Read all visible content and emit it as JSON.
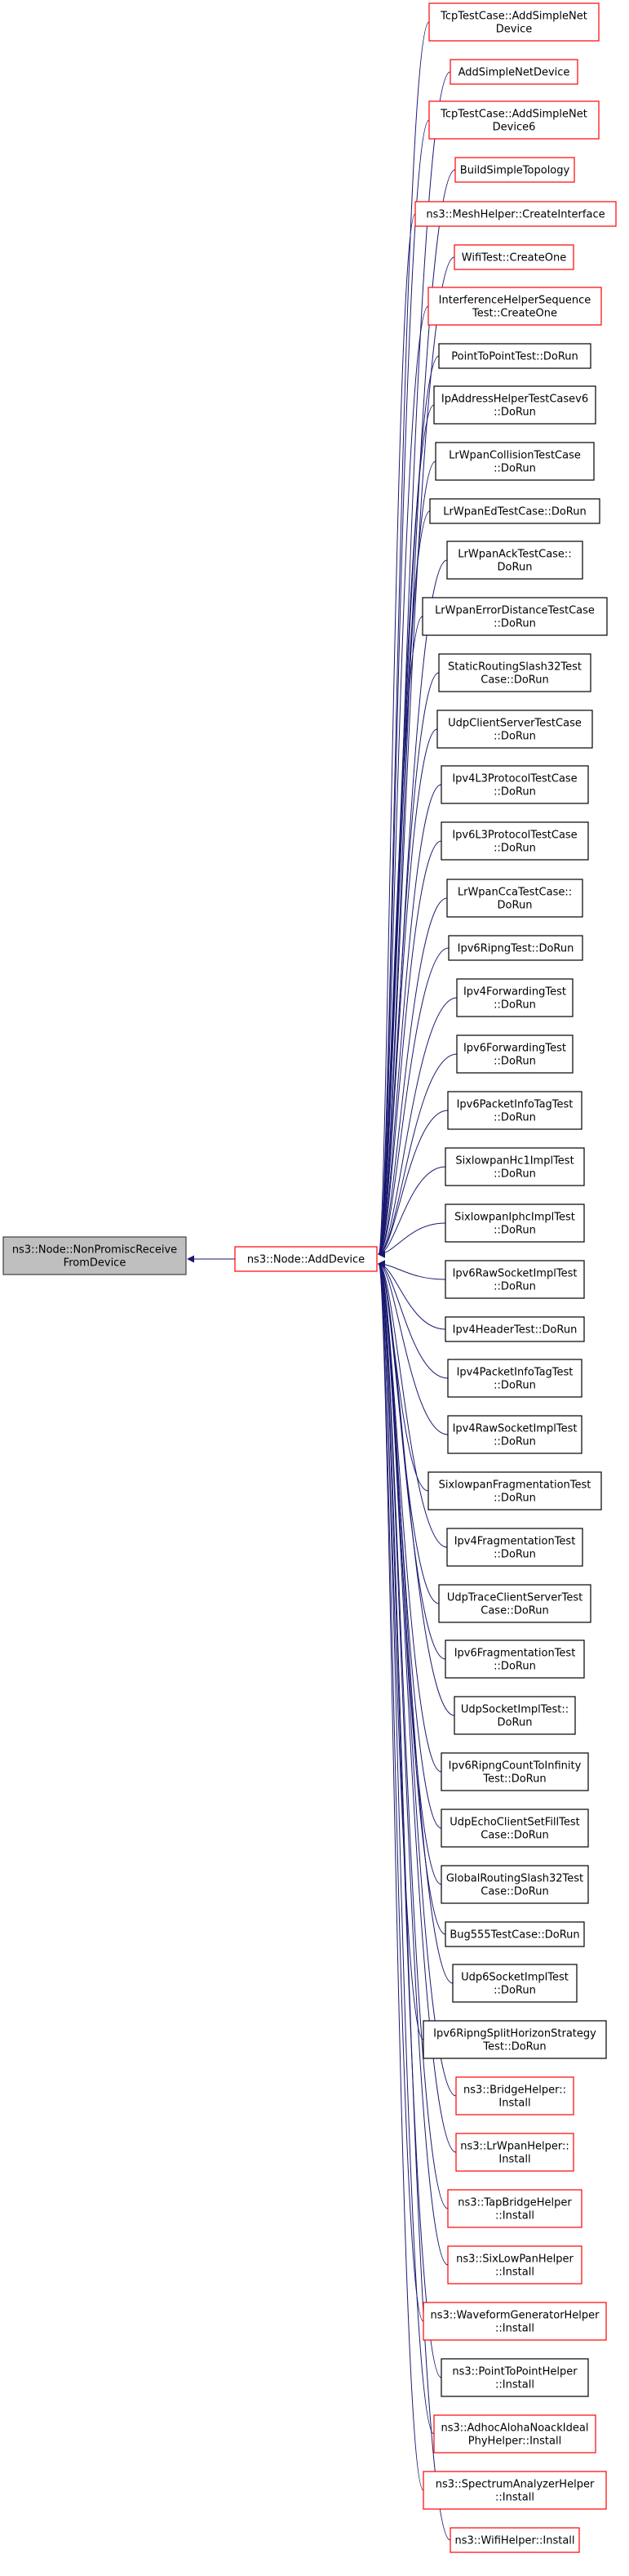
{
  "root_node": {
    "lines": [
      "ns3::Node::NonPromiscReceive",
      "FromDevice"
    ],
    "fill": "#bfbfbf",
    "stroke": "#404040"
  },
  "center_node": {
    "lines": [
      "ns3::Node::AddDevice"
    ],
    "fill": "#ffffff",
    "stroke": "#ff0000"
  },
  "edge_color": "#191970",
  "callers": [
    {
      "lines": [
        "TcpTestCase::AddSimpleNet",
        "Device"
      ],
      "link": true
    },
    {
      "lines": [
        "AddSimpleNetDevice"
      ],
      "link": true
    },
    {
      "lines": [
        "TcpTestCase::AddSimpleNet",
        "Device6"
      ],
      "link": true
    },
    {
      "lines": [
        "BuildSimpleTopology"
      ],
      "link": true
    },
    {
      "lines": [
        "ns3::MeshHelper::CreateInterface"
      ],
      "link": true
    },
    {
      "lines": [
        "WifiTest::CreateOne"
      ],
      "link": true
    },
    {
      "lines": [
        "InterferenceHelperSequence",
        "Test::CreateOne"
      ],
      "link": true
    },
    {
      "lines": [
        "PointToPointTest::DoRun"
      ],
      "link": false
    },
    {
      "lines": [
        "IpAddressHelperTestCasev6",
        "::DoRun"
      ],
      "link": false
    },
    {
      "lines": [
        "LrWpanCollisionTestCase",
        "::DoRun"
      ],
      "link": false
    },
    {
      "lines": [
        "LrWpanEdTestCase::DoRun"
      ],
      "link": false
    },
    {
      "lines": [
        "LrWpanAckTestCase::",
        "DoRun"
      ],
      "link": false
    },
    {
      "lines": [
        "LrWpanErrorDistanceTestCase",
        "::DoRun"
      ],
      "link": false
    },
    {
      "lines": [
        "StaticRoutingSlash32Test",
        "Case::DoRun"
      ],
      "link": false
    },
    {
      "lines": [
        "UdpClientServerTestCase",
        "::DoRun"
      ],
      "link": false
    },
    {
      "lines": [
        "Ipv4L3ProtocolTestCase",
        "::DoRun"
      ],
      "link": false
    },
    {
      "lines": [
        "Ipv6L3ProtocolTestCase",
        "::DoRun"
      ],
      "link": false
    },
    {
      "lines": [
        "LrWpanCcaTestCase::",
        "DoRun"
      ],
      "link": false
    },
    {
      "lines": [
        "Ipv6RipngTest::DoRun"
      ],
      "link": false
    },
    {
      "lines": [
        "Ipv4ForwardingTest",
        "::DoRun"
      ],
      "link": false
    },
    {
      "lines": [
        "Ipv6ForwardingTest",
        "::DoRun"
      ],
      "link": false
    },
    {
      "lines": [
        "Ipv6PacketInfoTagTest",
        "::DoRun"
      ],
      "link": false
    },
    {
      "lines": [
        "SixlowpanHc1ImplTest",
        "::DoRun"
      ],
      "link": false
    },
    {
      "lines": [
        "SixlowpanIphcImplTest",
        "::DoRun"
      ],
      "link": false
    },
    {
      "lines": [
        "Ipv6RawSocketImplTest",
        "::DoRun"
      ],
      "link": false
    },
    {
      "lines": [
        "Ipv4HeaderTest::DoRun"
      ],
      "link": false
    },
    {
      "lines": [
        "Ipv4PacketInfoTagTest",
        "::DoRun"
      ],
      "link": false
    },
    {
      "lines": [
        "Ipv4RawSocketImplTest",
        "::DoRun"
      ],
      "link": false
    },
    {
      "lines": [
        "SixlowpanFragmentationTest",
        "::DoRun"
      ],
      "link": false
    },
    {
      "lines": [
        "Ipv4FragmentationTest",
        "::DoRun"
      ],
      "link": false
    },
    {
      "lines": [
        "UdpTraceClientServerTest",
        "Case::DoRun"
      ],
      "link": false
    },
    {
      "lines": [
        "Ipv6FragmentationTest",
        "::DoRun"
      ],
      "link": false
    },
    {
      "lines": [
        "UdpSocketImplTest::",
        "DoRun"
      ],
      "link": false
    },
    {
      "lines": [
        "Ipv6RipngCountToInfinity",
        "Test::DoRun"
      ],
      "link": false
    },
    {
      "lines": [
        "UdpEchoClientSetFillTest",
        "Case::DoRun"
      ],
      "link": false
    },
    {
      "lines": [
        "GlobalRoutingSlash32Test",
        "Case::DoRun"
      ],
      "link": false
    },
    {
      "lines": [
        "Bug555TestCase::DoRun"
      ],
      "link": false
    },
    {
      "lines": [
        "Udp6SocketImplTest",
        "::DoRun"
      ],
      "link": false
    },
    {
      "lines": [
        "Ipv6RipngSplitHorizonStrategy",
        "Test::DoRun"
      ],
      "link": false
    },
    {
      "lines": [
        "ns3::BridgeHelper::",
        "Install"
      ],
      "link": true
    },
    {
      "lines": [
        "ns3::LrWpanHelper::",
        "Install"
      ],
      "link": true
    },
    {
      "lines": [
        "ns3::TapBridgeHelper",
        "::Install"
      ],
      "link": true
    },
    {
      "lines": [
        "ns3::SixLowPanHelper",
        "::Install"
      ],
      "link": true
    },
    {
      "lines": [
        "ns3::WaveformGeneratorHelper",
        "::Install"
      ],
      "link": true
    },
    {
      "lines": [
        "ns3::PointToPointHelper",
        "::Install"
      ],
      "link": false
    },
    {
      "lines": [
        "ns3::AdhocAlohaNoackIdeal",
        "PhyHelper::Install"
      ],
      "link": true
    },
    {
      "lines": [
        "ns3::SpectrumAnalyzerHelper",
        "::Install"
      ],
      "link": true
    },
    {
      "lines": [
        "ns3::WifiHelper::Install"
      ],
      "link": true
    }
  ]
}
